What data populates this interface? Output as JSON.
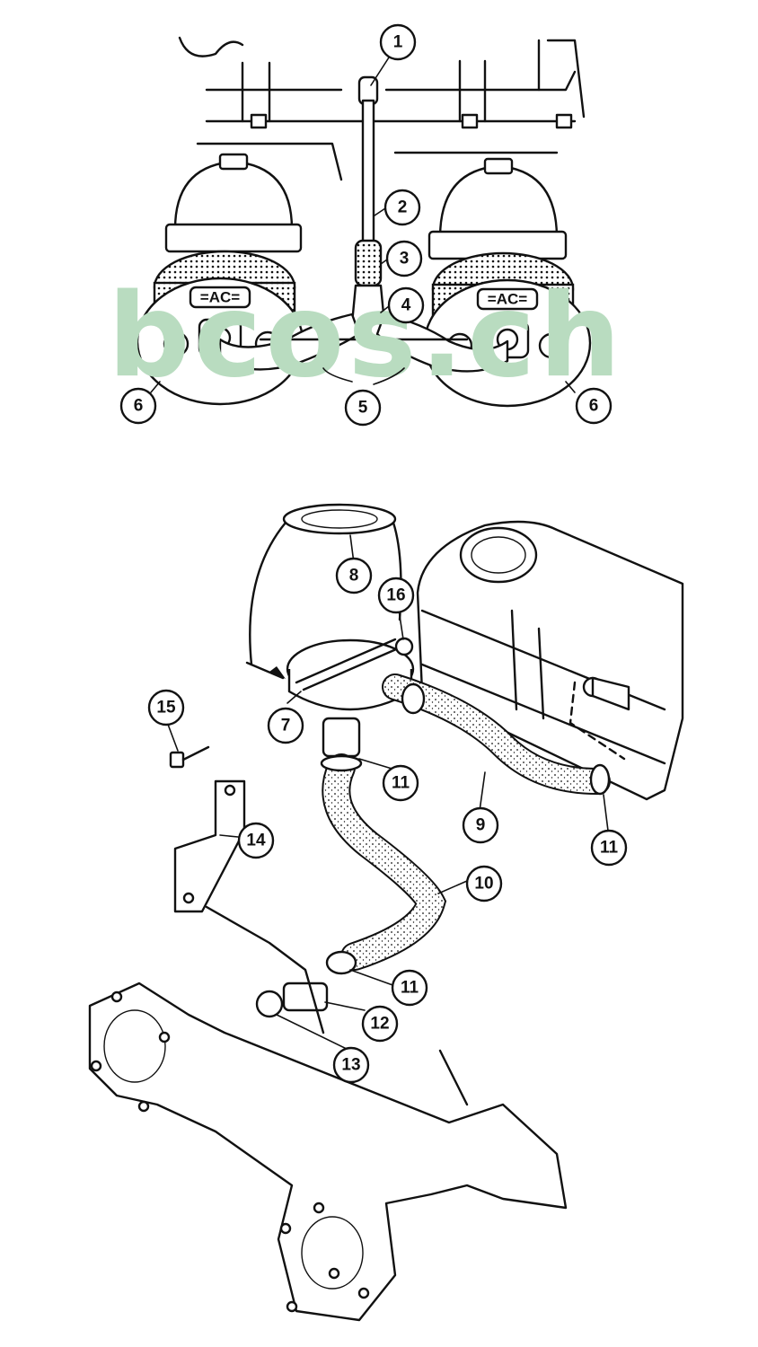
{
  "watermark": {
    "text": "bcos.ch",
    "color": "#b9dcc0"
  },
  "filter_badge": {
    "left": "=AC=",
    "right": "=AC="
  },
  "callouts": [
    {
      "id": "c1",
      "label": "1"
    },
    {
      "id": "c2",
      "label": "2"
    },
    {
      "id": "c3",
      "label": "3"
    },
    {
      "id": "c4",
      "label": "4"
    },
    {
      "id": "c5",
      "label": "5"
    },
    {
      "id": "c6a",
      "label": "6"
    },
    {
      "id": "c6b",
      "label": "6"
    },
    {
      "id": "c7",
      "label": "7"
    },
    {
      "id": "c8",
      "label": "8"
    },
    {
      "id": "c9",
      "label": "9"
    },
    {
      "id": "c10",
      "label": "10"
    },
    {
      "id": "c11a",
      "label": "11"
    },
    {
      "id": "c11b",
      "label": "11"
    },
    {
      "id": "c11c",
      "label": "11"
    },
    {
      "id": "c12",
      "label": "12"
    },
    {
      "id": "c13",
      "label": "13"
    },
    {
      "id": "c14",
      "label": "14"
    },
    {
      "id": "c15",
      "label": "15"
    },
    {
      "id": "c16",
      "label": "16"
    }
  ]
}
